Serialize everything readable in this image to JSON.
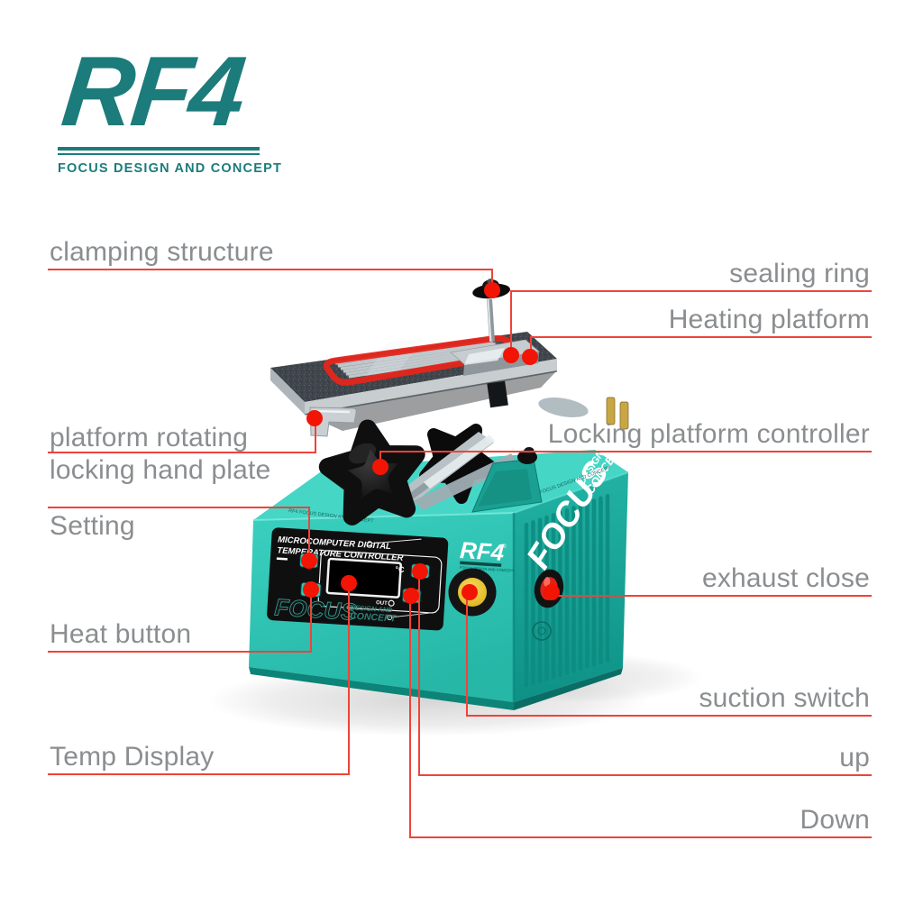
{
  "brand": {
    "name": "RF4",
    "registered": "®",
    "tagline": "FOCUS DESIGN AND CONCEPT"
  },
  "callouts": {
    "clamping_structure": "clamping structure",
    "sealing_ring": "sealing ring",
    "heating_platform": "Heating platform",
    "platform_rotating": "platform rotating",
    "locking_hand_plate": "locking hand plate",
    "locking_platform_controller": "Locking platform controller",
    "setting": "Setting",
    "exhaust_close": "exhaust close",
    "heat_button": "Heat button",
    "suction_switch": "suction switch",
    "temp_display": "Temp Display",
    "up": "up",
    "down": "Down"
  },
  "machine": {
    "panel_title_line1": "MICROCOMPUTER DIGITAL",
    "panel_title_line2": "TEMPERATURE CONTROLLER",
    "panel_celsius": "°C",
    "panel_out": "OUT",
    "panel_logo_focus": "FOCUS",
    "panel_logo_design": "DESIGN AND",
    "panel_logo_concept": "CONCEPT",
    "front_brand": "RF4",
    "front_brand_registered": "®",
    "front_brand_tagline": "FOCUS DESIGN AND CONCEPT",
    "side_logo_focus": "FOCUS",
    "side_logo_design": "DESIGN AND",
    "side_logo_concept": "CONCEPT",
    "micro_print": "RF4 FOCUS DESIGN AND CONCEPT"
  },
  "colors": {
    "logo_teal": "#1c7b7b",
    "machine_teal_front": "#2fc3b3",
    "machine_teal_side": "#17a195",
    "machine_teal_top": "#45d6c6",
    "leader_red": "#ef4338",
    "dot_red": "#f21505",
    "sealing_ring_red": "#e5261b",
    "label_gray": "#8b8e90",
    "button_yellow": "#e8c02c"
  }
}
